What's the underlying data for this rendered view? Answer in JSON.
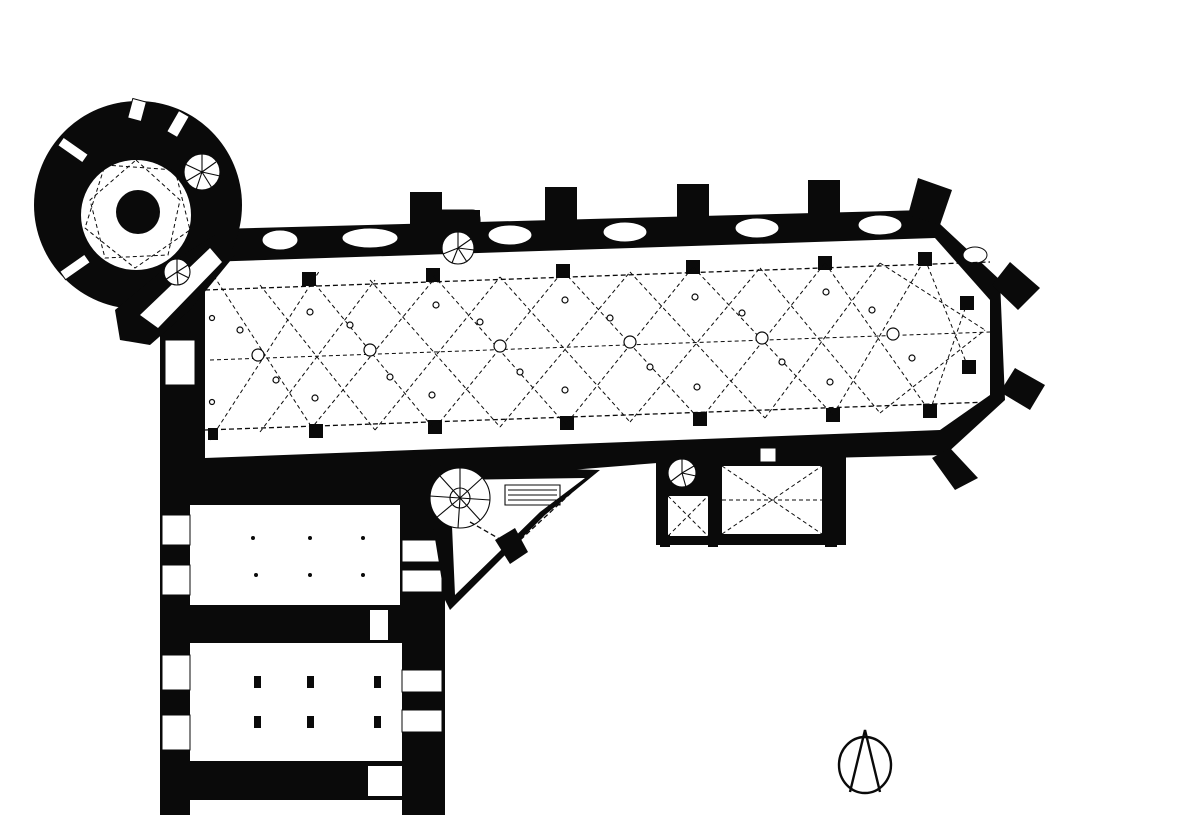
{
  "diagram": {
    "type": "architectural-floor-plan",
    "colors": {
      "ink": "#0a0a0a",
      "paper": "#ffffff"
    },
    "elements": [
      {
        "id": "round-tower",
        "icon": "round-tower-icon"
      },
      {
        "id": "nave",
        "icon": "rib-vault-icon"
      },
      {
        "id": "polygonal-apse",
        "icon": "apse-icon"
      },
      {
        "id": "buttresses-north",
        "icon": "buttress-icon"
      },
      {
        "id": "spiral-stairs",
        "icon": "spiral-stair-icon"
      },
      {
        "id": "side-chapel",
        "icon": "chapel-icon"
      },
      {
        "id": "west-wing-rooms",
        "icon": "room-icon"
      },
      {
        "id": "north-arrow",
        "icon": "north-arrow-icon"
      }
    ]
  }
}
